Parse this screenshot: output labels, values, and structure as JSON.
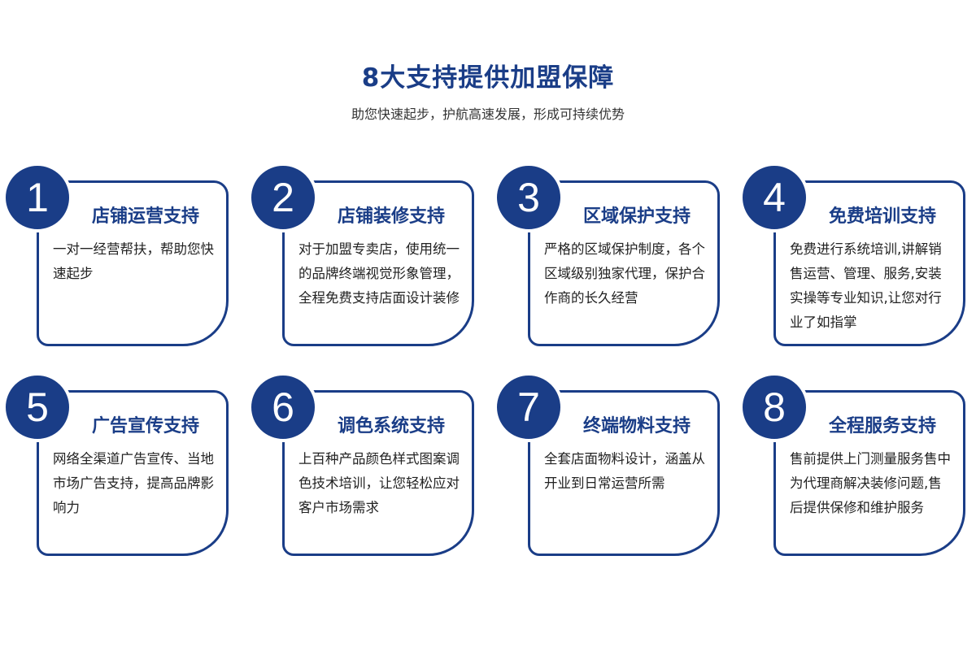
{
  "title": "8大支持提供加盟保障",
  "subtitle": "助您快速起步，护航高速发展，形成可持续优势",
  "accent_color": "#1a3d87",
  "cards": [
    {
      "number": "1",
      "title": "店铺运营支持",
      "desc": "一对一经营帮扶，帮助您快速起步"
    },
    {
      "number": "2",
      "title": "店铺装修支持",
      "desc": "对于加盟专卖店，使用统一的品牌终端视觉形象管理，全程免费支持店面设计装修"
    },
    {
      "number": "3",
      "title": "区域保护支持",
      "desc": "严格的区域保护制度，各个区域级别独家代理，保护合作商的长久经营"
    },
    {
      "number": "4",
      "title": "免费培训支持",
      "desc": "免费进行系统培训,讲解销售运营、管理、服务,安装实操等专业知识,让您对行业了如指掌"
    },
    {
      "number": "5",
      "title": "广告宣传支持",
      "desc": "网络全渠道广告宣传、当地市场广告支持，提高品牌影响力"
    },
    {
      "number": "6",
      "title": "调色系统支持",
      "desc": "上百种产品颜色样式图案调色技术培训，让您轻松应对客户市场需求"
    },
    {
      "number": "7",
      "title": "终端物料支持",
      "desc": "全套店面物料设计，涵盖从开业到日常运营所需"
    },
    {
      "number": "8",
      "title": "全程服务支持",
      "desc": "售前提供上门测量服务售中为代理商解决装修问题,售后提供保修和维护服务"
    }
  ]
}
